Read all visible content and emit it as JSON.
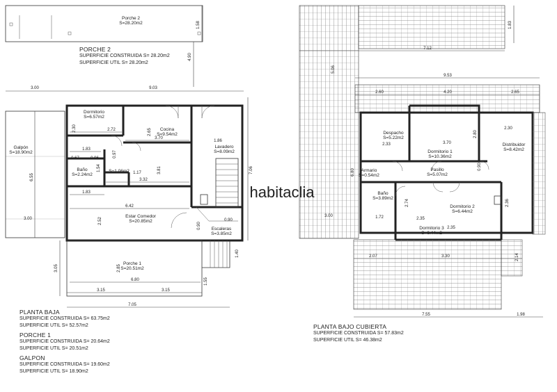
{
  "rooms": {
    "porche2": {
      "name": "Porche 2",
      "area": "S=28.20m2"
    },
    "galpon": {
      "name": "Galpón",
      "area": "S=18.90m2"
    },
    "dormitorio_pb": {
      "name": "Dormitorio",
      "area": "S=6.57m2"
    },
    "cocina": {
      "name": "Cocina",
      "area": "S=9.54m2"
    },
    "lavadero": {
      "name": "Lavadero",
      "area": "S=8.09m2"
    },
    "bano_pb": {
      "name": "Baño",
      "area": "S=2.24m2"
    },
    "aseo": {
      "name": "S=1.06m2"
    },
    "estar": {
      "name": "Estar Comedor",
      "area": "S=20.85m2"
    },
    "escaleras": {
      "name": "Escaleras",
      "area": "S=3.85m2"
    },
    "porche1": {
      "name": "Porche 1",
      "area": "S=20.51m2"
    },
    "despacho": {
      "name": "Despacho",
      "area": "S=5.22m2"
    },
    "dormitorio1": {
      "name": "Dormitorio 1",
      "area": "S=10.36m2"
    },
    "distribuidor": {
      "name": "Distribuidor",
      "area": "S=8.42m2"
    },
    "armario": {
      "name": "Armario",
      "area": "S=0.54m2"
    },
    "pasillo": {
      "name": "Pasillo",
      "area": "S=5.07m2"
    },
    "bano_bc": {
      "name": "Baño",
      "area": "S=3.89m2"
    },
    "dormitorio2": {
      "name": "Dormitorio 2",
      "area": "S=6.44m2"
    },
    "dormitorio3": {
      "name": "Dormitorio 3",
      "area": "S=6.44m2"
    }
  },
  "dims_left": {
    "d158": "1.58",
    "d490": "4.90",
    "d300a": "3.00",
    "d903": "9.03",
    "d230": "2.30",
    "d272": "2.72",
    "d265": "2.65",
    "d370": "3.70",
    "d186": "1.86",
    "d183a": "1.83",
    "d067": "0.67",
    "d096": "0.96",
    "d097": "0.97",
    "d154": "1.54",
    "d117": "1.17",
    "d381": "3.81",
    "d332": "3.32",
    "d183b": "1.83",
    "d642": "6.42",
    "d655": "6.55",
    "d706": "7.06",
    "d300b": "3.00",
    "d252": "2.52",
    "d090a": "0.90",
    "d090b": "0.90",
    "d140": "1.40",
    "d305": "3.05",
    "d285": "2.85",
    "d680": "6.80",
    "d155": "1.55",
    "d315a": "3.15",
    "d315b": "3.15",
    "d705": "7.05"
  },
  "dims_right": {
    "d183": "1.83",
    "d712": "7.12",
    "d506": "5.06",
    "d953": "9.53",
    "d260": "2.60",
    "d420": "4.20",
    "d265": "2.65",
    "d233": "2.33",
    "d370": "3.70",
    "d280": "2.80",
    "d230": "2.30",
    "d680": "6.80",
    "d090": "0.90",
    "d274": "2.74",
    "d172": "1.72",
    "d235a": "2.35",
    "d235b": "2.35",
    "d236": "2.36",
    "d300": "3.00",
    "d207": "2.07",
    "d330": "3.30",
    "d214": "2.14",
    "d755": "7.55",
    "d198": "1.98"
  },
  "porche2_caption": {
    "title": "PORCHE 2",
    "construida": "SUPERFICIE CONSTRUIDA S= 28.20m2",
    "util": "SUPERFICIE UTIL S= 28.20m2"
  },
  "summary_left": [
    {
      "title": "PLANTA BAJA",
      "construida": "SUPERFICIE CONSTRUIDA S= 63.75m2",
      "util": "SUPERFICIE UTIL S= 52.57m2"
    },
    {
      "title": "PORCHE 1",
      "construida": "SUPERFICIE CONSTRUIDA S= 20.64m2",
      "util": "SUPERFICIE UTIL S= 20.51m2"
    },
    {
      "title": "GALPON",
      "construida": "SUPERFICIE CONSTRUIDA S= 19.60m2",
      "util": "SUPERFICIE UTIL S= 18.90m2"
    }
  ],
  "summary_right": {
    "title": "PLANTA BAJO CUBIERTA",
    "construida": "SUPERFICIE CONSTRUIDA S= 57.83m2",
    "util": "SUPERFICIE UTIL S= 46.38m2"
  },
  "watermark": "habitaclia"
}
